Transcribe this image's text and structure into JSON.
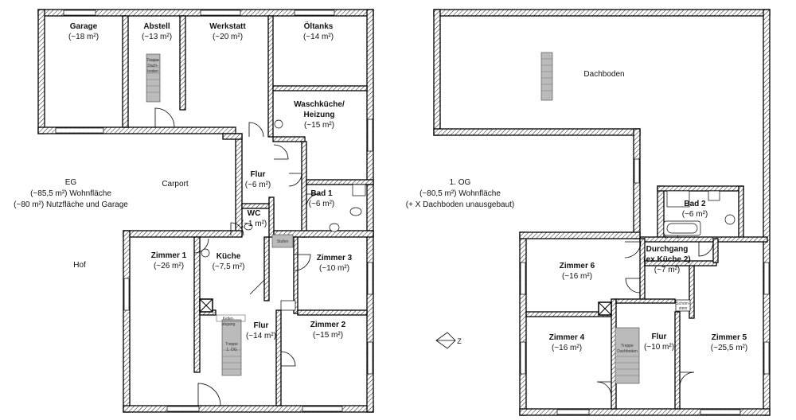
{
  "eg": {
    "rooms": {
      "garage": {
        "name": "Garage",
        "area": "(~18 m²)"
      },
      "abstell": {
        "name": "Abstell",
        "area": "(~13 m²)"
      },
      "werkstatt": {
        "name": "Werkstatt",
        "area": "(~20 m²)"
      },
      "oeltanks": {
        "name": "Öltanks",
        "area": "(~14 m²)"
      },
      "waschkueche": {
        "name1": "Waschküche/",
        "name2": "Heizung",
        "area": "(~15 m²)"
      },
      "flur_oben": {
        "name": "Flur",
        "area": "(~6 m²)"
      },
      "bad1": {
        "name": "Bad 1",
        "area": "(~6 m²)"
      },
      "wc": {
        "name": "WC",
        "area": "(~1 m²)"
      },
      "zimmer1": {
        "name": "Zimmer 1",
        "area": "(~26 m²)"
      },
      "kueche": {
        "name": "Küche",
        "area": "(~7,5 m²)"
      },
      "zimmer3": {
        "name": "Zimmer 3",
        "area": "(~10 m²)"
      },
      "flur_unten": {
        "name": "Flur",
        "area": "(~14 m²)"
      },
      "zimmer2": {
        "name": "Zimmer 2",
        "area": "(~15 m²)"
      }
    },
    "outside": {
      "carport": "Carport",
      "hof": "Hof"
    },
    "summary": {
      "title": "EG",
      "line1": "(~85,5 m²) Wohnfläche",
      "line2": "(~80 m²) Nutzfläche und Garage"
    },
    "small_labels": {
      "treppe_dach_1": "Treppe",
      "treppe_dach_2": "Dach-",
      "treppe_dach_3": "boden",
      "stufen": "Stufen",
      "keller_1": "Keller-",
      "keller_2": "abgang",
      "treppe_og_1": "Treppe",
      "treppe_og_2": "1. OG"
    }
  },
  "og": {
    "rooms": {
      "dachboden": {
        "name": "Dachboden"
      },
      "bad2": {
        "name": "Bad 2",
        "area": "(~6 m²)"
      },
      "durchgang": {
        "name1": "Durchgang",
        "name2": "(ex Küche 2)",
        "area": "(~7 m²)"
      },
      "zimmer6": {
        "name": "Zimmer 6",
        "area": "(~16 m²)"
      },
      "zimmer4": {
        "name": "Zimmer 4",
        "area": "(~16 m²)"
      },
      "flur": {
        "name": "Flur",
        "area": "(~10 m²)"
      },
      "zimmer5": {
        "name": "Zimmer 5",
        "area": "(~25,5 m²)"
      }
    },
    "summary": {
      "title": "1. OG",
      "line1": "(~80,5 m²) Wohnfläche",
      "line2": "(+ X Dachboden unausgebaut)"
    },
    "small_labels": {
      "treppe_1": "Treppe",
      "treppe_2": "Dachboden",
      "schorn_1": "Schorn-",
      "schorn_2": "stein"
    }
  },
  "compass": {
    "label": "Z"
  },
  "colors": {
    "wall_hatch": "#000000",
    "stair_fill": "#bbbbbb",
    "background": "#ffffff"
  },
  "icons": [
    "north-arrow-icon",
    "toilet-icon",
    "sink-icon",
    "bathtub-icon",
    "door-swing-icon",
    "chimney-icon"
  ]
}
